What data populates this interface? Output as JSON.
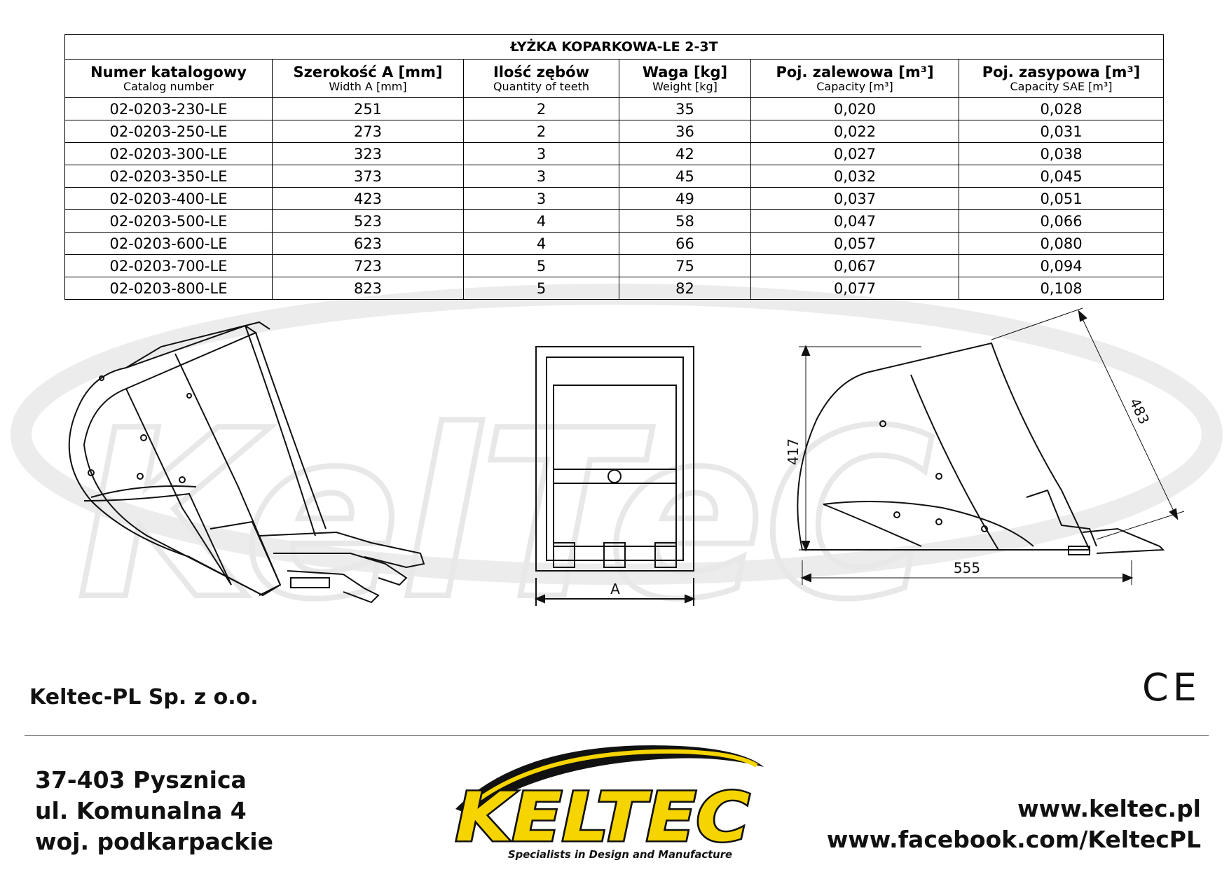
{
  "table": {
    "title": "ŁYŻKA KOPARKOWA-LE 2-3T",
    "columns": [
      {
        "pl": "Numer katalogowy",
        "en": "Catalog number"
      },
      {
        "pl": "Szerokość A [mm]",
        "en": "Width A [mm]"
      },
      {
        "pl": "Ilość zębów",
        "en": "Quantity of teeth"
      },
      {
        "pl": "Waga [kg]",
        "en": "Weight [kg]"
      },
      {
        "pl": "Poj. zalewowa [m³]",
        "en": "Capacity [m³]"
      },
      {
        "pl": "Poj. zasypowa [m³]",
        "en": "Capacity SAE [m³]"
      }
    ],
    "rows": [
      [
        "02-0203-230-LE",
        "251",
        "2",
        "35",
        "0,020",
        "0,028"
      ],
      [
        "02-0203-250-LE",
        "273",
        "2",
        "36",
        "0,022",
        "0,031"
      ],
      [
        "02-0203-300-LE",
        "323",
        "3",
        "42",
        "0,027",
        "0,038"
      ],
      [
        "02-0203-350-LE",
        "373",
        "3",
        "45",
        "0,032",
        "0,045"
      ],
      [
        "02-0203-400-LE",
        "423",
        "3",
        "49",
        "0,037",
        "0,051"
      ],
      [
        "02-0203-500-LE",
        "523",
        "4",
        "58",
        "0,047",
        "0,066"
      ],
      [
        "02-0203-600-LE",
        "623",
        "4",
        "66",
        "0,057",
        "0,080"
      ],
      [
        "02-0203-700-LE",
        "723",
        "5",
        "75",
        "0,067",
        "0,094"
      ],
      [
        "02-0203-800-LE",
        "823",
        "5",
        "82",
        "0,077",
        "0,108"
      ]
    ]
  },
  "drawings": {
    "front_dim_label": "A",
    "side_height": "417",
    "side_length": "555",
    "side_diagonal": "483"
  },
  "company": {
    "name": "Keltec-PL Sp. z o.o.",
    "ce_mark": "CE",
    "address_line1": "37-403 Pysznica",
    "address_line2": "ul. Komunalna 4",
    "address_line3": "woj. podkarpackie",
    "website": "www.keltec.pl",
    "facebook": "www.facebook.com/KeltecPL"
  },
  "logo": {
    "wordmark": "KELTEC",
    "tagline": "Specialists in Design and Manufacture"
  },
  "colors": {
    "logo_yellow": "#f5d400",
    "logo_black": "#111111",
    "watermark": "#e6e6e6"
  }
}
